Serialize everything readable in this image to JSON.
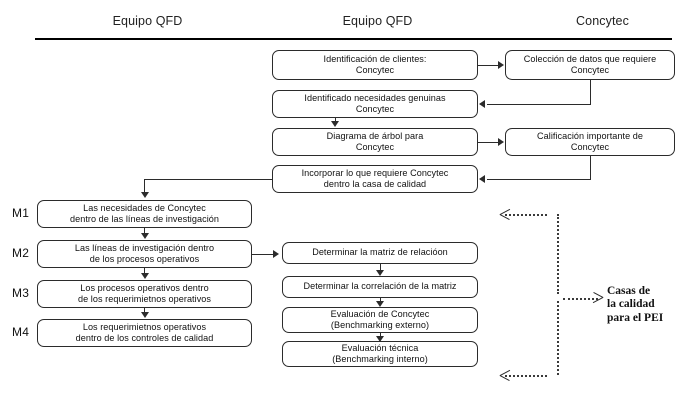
{
  "headers": [
    {
      "id": "left",
      "label": "Equipo QFD"
    },
    {
      "id": "mid",
      "label": "Equipo QFD"
    },
    {
      "id": "right",
      "label": "Concytec"
    }
  ],
  "nodes": {
    "identificacion_clientes": {
      "line1": "Identificación de clientes:",
      "line2": "Concytec"
    },
    "coleccion_datos": {
      "line1": "Colección de datos que requiere",
      "line2": "Concytec"
    },
    "necesidades_genuinas": {
      "line1": "Identificado necesidades genuinas",
      "line2": "Concytec"
    },
    "diagrama_arbol": {
      "line1": "Diagrama de árbol para",
      "line2": "Concytec"
    },
    "calificacion_importante": {
      "line1": "Calificación importante de",
      "line2": "Concytec"
    },
    "incorporar_casa_calidad": {
      "line1": "Incorporar lo que requiere Concytec",
      "line2": "dentro la casa de calidad"
    },
    "m1_necesidades": {
      "line1": "Las necesidades de Concytec",
      "line2": "dentro de las líneas de investigación"
    },
    "m2_lineas": {
      "line1": "Las líneas de investigación dentro",
      "line2": "de los procesos operativos"
    },
    "m3_procesos": {
      "line1": "Los procesos operativos dentro",
      "line2": "de los requerimietnos operativos"
    },
    "m4_requerimientos": {
      "line1": "Los requerimietnos operativos",
      "line2": "dentro de los controles de calidad"
    },
    "matriz_relacion": {
      "line1": "Determinar la matriz de relacióon",
      "line2": ""
    },
    "correlacion_matriz": {
      "line1": "Determinar la correlación de la matriz",
      "line2": ""
    },
    "evaluacion_concytec": {
      "line1": "Evaluación de Concytec",
      "line2": "(Benchmarking externo)"
    },
    "evaluacion_tecnica": {
      "line1": "Evaluación técnica",
      "line2": "(Benchmarking interno)"
    }
  },
  "milestones": [
    {
      "id": "m1",
      "label": "M1"
    },
    {
      "id": "m2",
      "label": "M2"
    },
    {
      "id": "m3",
      "label": "M3"
    },
    {
      "id": "m4",
      "label": "M4"
    }
  ],
  "brace": {
    "caption": "Casas de\nla calidad\npara el PEI"
  },
  "colors": {
    "stroke": "#2b2b2b",
    "dotted": "#3a3a3a",
    "rule": "#000000",
    "background": "#ffffff",
    "text": "#111111"
  }
}
